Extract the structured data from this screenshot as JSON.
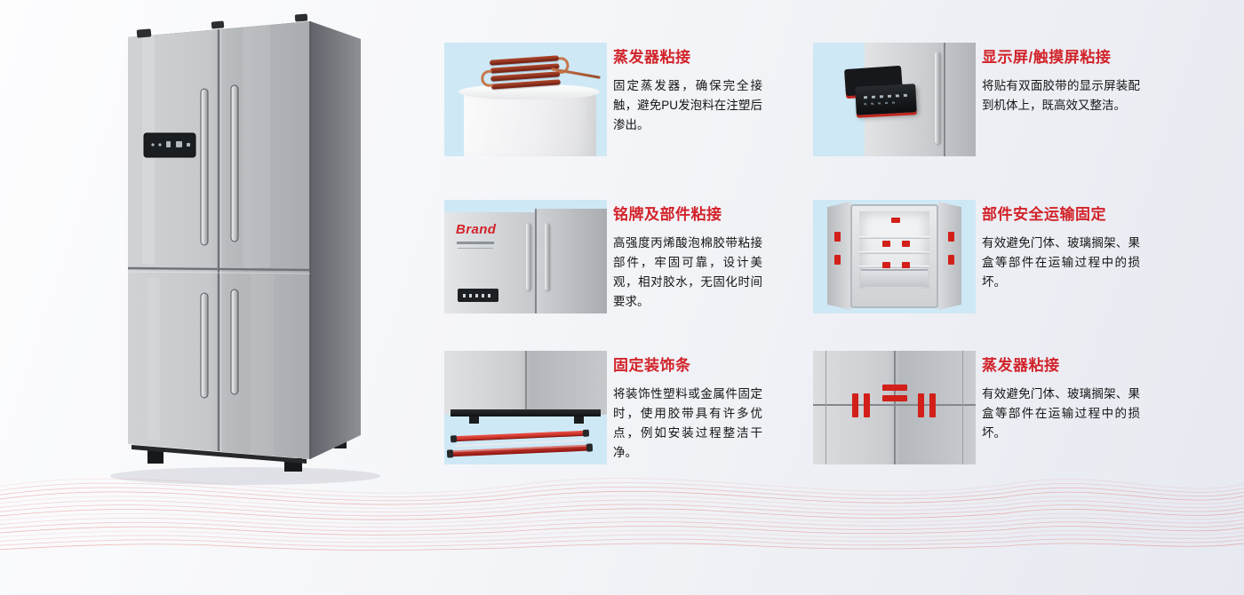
{
  "page": {
    "accent_color": "#d2232a",
    "wave_color": "#dd4a41",
    "tape_color": "#d21f1a",
    "thumb_bg": "#cfe8f6"
  },
  "columns": [
    {
      "items": [
        {
          "title": "蒸发器粘接",
          "body": "固定蒸发器，确保完全接触，避免PU发泡料在注塑后渗出。"
        },
        {
          "title": "铭牌及部件粘接",
          "body": "高强度丙烯酸泡棉胶带粘接部件，牢固可靠，设计美观，相对胶水，无固化时间要求。",
          "brand_label": "Brand"
        },
        {
          "title": "固定装饰条",
          "body": "将装饰性塑料或金属件固定时，使用胶带具有许多优点，例如安装过程整洁干净。"
        }
      ]
    },
    {
      "items": [
        {
          "title": "显示屏/触摸屏粘接",
          "body": "将贴有双面胶带的显示屏装配到机体上，既高效又整洁。"
        },
        {
          "title": "部件安全运输固定",
          "body": "有效避免门体、玻璃搁架、果盒等部件在运输过程中的损坏。"
        },
        {
          "title": "蒸发器粘接",
          "body": "有效避免门体、玻璃搁架、果盒等部件在运输过程中的损坏。"
        }
      ]
    }
  ]
}
